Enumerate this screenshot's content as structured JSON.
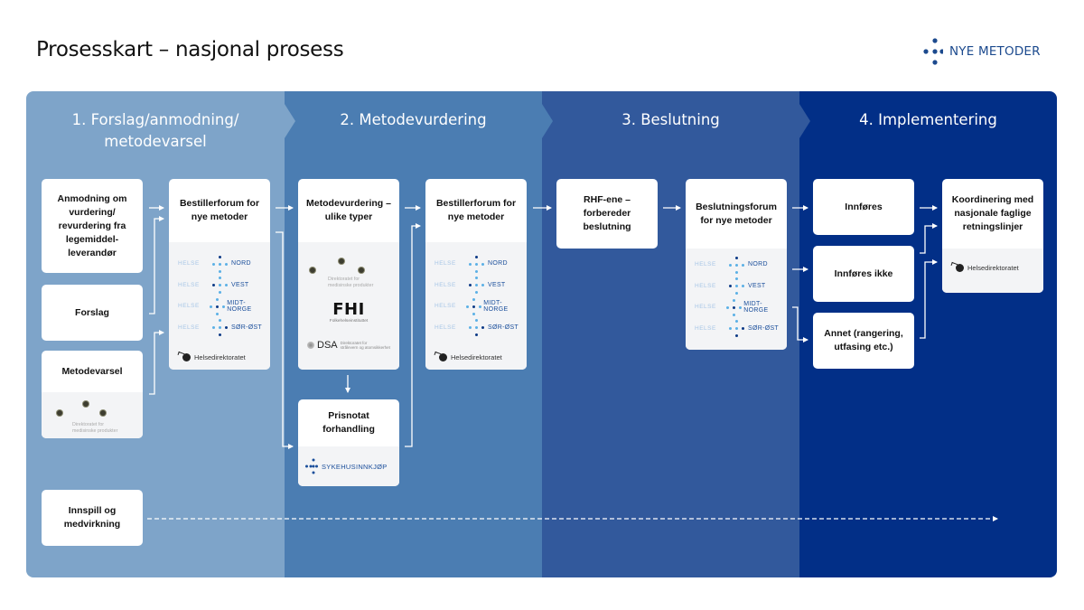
{
  "header": {
    "title": "Prosesskart – nasjonal prosess",
    "brand": "NYE METODER"
  },
  "colors": {
    "phase_1": "#7ea4c9",
    "phase_2": "#4b7db2",
    "phase_3": "#32599c",
    "phase_4": "#022f87",
    "brand": "#1c4a8e"
  },
  "phases": [
    {
      "title_line1": "1. Forslag/anmodning/",
      "title_line2": "metodevarsel"
    },
    {
      "title_line1": "2. Metodevurdering",
      "title_line2": ""
    },
    {
      "title_line1": "3. Beslutning",
      "title_line2": ""
    },
    {
      "title_line1": "4. Implementering",
      "title_line2": ""
    }
  ],
  "cards": {
    "anmodning": "Anmodning om vurdering/ revurdering fra legemiddel-leverandør",
    "forslag": "Forslag",
    "metodevarsel": "Metodevarsel",
    "bestillerforum_1": "Bestillerforum for nye metoder",
    "metodevurdering": "Metodevurdering – ulike typer",
    "prisnotat": "Prisnotat forhandling",
    "bestillerforum_2": "Bestillerforum for nye metoder",
    "rhf": "RHF-ene – forbereder beslutning",
    "beslutningsforum": "Beslutningsforum for nye metoder",
    "innfores": "Innføres",
    "innfores_ikke": "Innføres ikke",
    "annet": "Annet (rangering, utfasing etc.)",
    "koordinering": "Koordinering med nasjonale faglige retningslinjer",
    "innspill": "Innspill og medvirkning"
  },
  "logos": {
    "helse_prefix": "HELSE",
    "helse_regions": [
      "NORD",
      "VEST",
      "MIDT-NORGE",
      "SØR-ØST"
    ],
    "helsedirektoratet": "Helsedirektoratet",
    "dmp_line1": "Direktoratet for",
    "dmp_line2": "medisinske produkter",
    "fhi": "FHI",
    "fhi_sub": "Folkehelseinstituttet",
    "dsa": "DSA",
    "dsa_sub1": "Direktoratet for",
    "dsa_sub2": "strålevern og atomsikkerhet",
    "sykehusinnkjop": "SYKEHUSINNKJØP"
  }
}
